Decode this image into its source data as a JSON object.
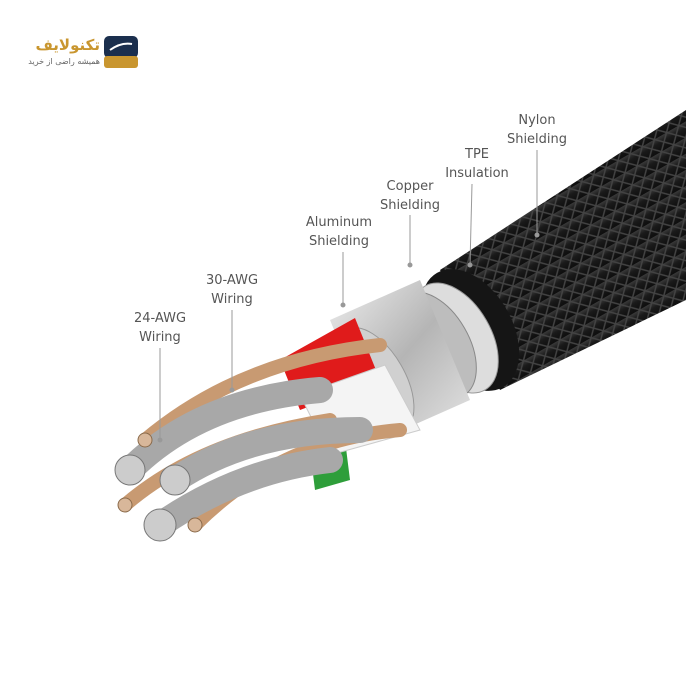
{
  "brand": {
    "name": "تکنولایف",
    "tagline": "همیشه راضی از خرید"
  },
  "labels": [
    {
      "line1": "Nylon",
      "line2": "Shielding"
    },
    {
      "line1": "TPE",
      "line2": "Insulation"
    },
    {
      "line1": "Copper",
      "line2": "Shielding"
    },
    {
      "line1": "Aluminum",
      "line2": "Shielding"
    },
    {
      "line1": "30-AWG",
      "line2": "Wiring"
    },
    {
      "line1": "24-AWG",
      "line2": "Wiring"
    }
  ],
  "colors": {
    "braid": "#1e1e1e",
    "aluminum": "#c8c8c8",
    "red": "#e01b1b",
    "copper": "#c89a72",
    "silver": "#a8a8a8",
    "green": "#2e9e3a",
    "logo_blue": "#1b2f4e",
    "logo_gold": "#c9962f"
  }
}
